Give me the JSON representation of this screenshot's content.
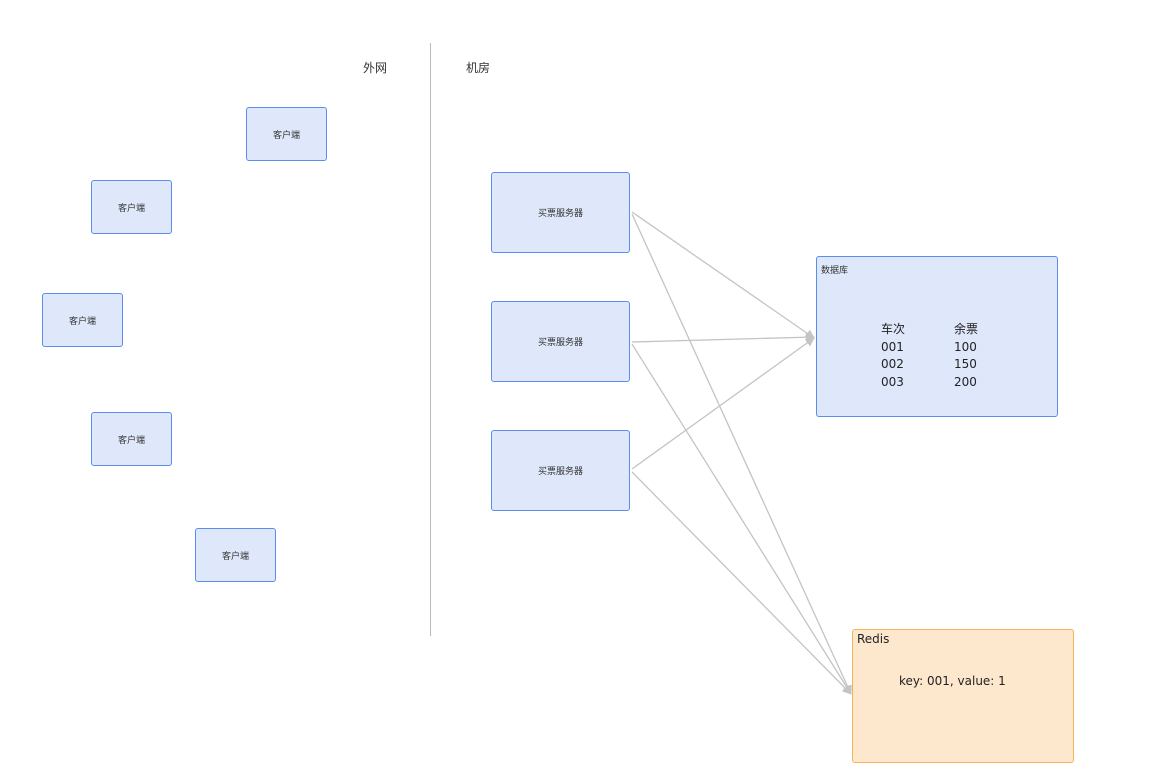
{
  "zones": {
    "outside": "外网",
    "datacenter": "机房"
  },
  "clients": [
    {
      "label": "客户端"
    },
    {
      "label": "客户端"
    },
    {
      "label": "客户端"
    },
    {
      "label": "客户端"
    },
    {
      "label": "客户端"
    }
  ],
  "servers": [
    {
      "label": "买票服务器"
    },
    {
      "label": "买票服务器"
    },
    {
      "label": "买票服务器"
    }
  ],
  "database": {
    "title": "数据库",
    "columns": [
      "车次",
      "余票"
    ],
    "rows": [
      [
        "001",
        "100"
      ],
      [
        "002",
        "150"
      ],
      [
        "003",
        "200"
      ]
    ]
  },
  "redis": {
    "title": "Redis",
    "entry": "key: 001, value: 1"
  },
  "colors": {
    "node_fill": "#dfe8fb",
    "node_border": "#5b8def",
    "cache_fill": "#fde7cd",
    "cache_border": "#f6b257",
    "edge": "#c4c4c4"
  }
}
